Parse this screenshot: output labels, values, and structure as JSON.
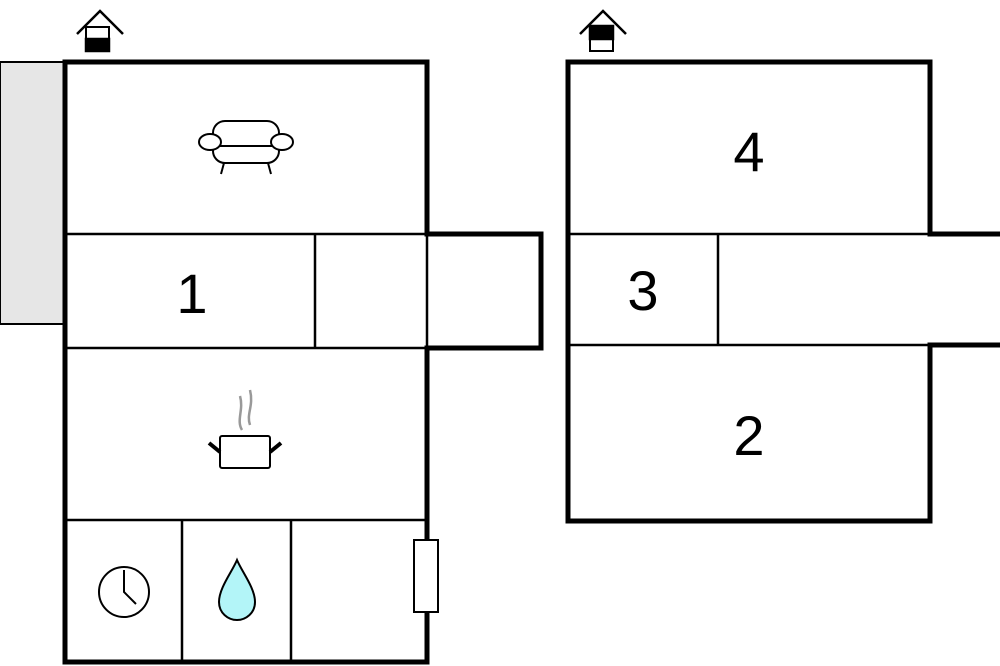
{
  "floors": [
    {
      "name": "ground-floor",
      "icon": "house-ground-floor-icon",
      "rooms": [
        {
          "id": "living",
          "icon": "sofa-icon"
        },
        {
          "id": "bedroom-1",
          "label": "1"
        },
        {
          "id": "kitchen",
          "icon": "cooking-pot-icon"
        },
        {
          "id": "utility",
          "icon": "clock-icon"
        },
        {
          "id": "bathroom",
          "icon": "water-drop-icon"
        }
      ]
    },
    {
      "name": "first-floor",
      "icon": "house-upper-floor-icon",
      "rooms": [
        {
          "id": "bedroom-4",
          "label": "4"
        },
        {
          "id": "bedroom-3",
          "label": "3"
        },
        {
          "id": "bedroom-2",
          "label": "2"
        }
      ]
    }
  ],
  "colors": {
    "wall": "#000000",
    "terrace": "#e6e6e6",
    "water": "#b3f5f8",
    "steam": "#999999"
  }
}
